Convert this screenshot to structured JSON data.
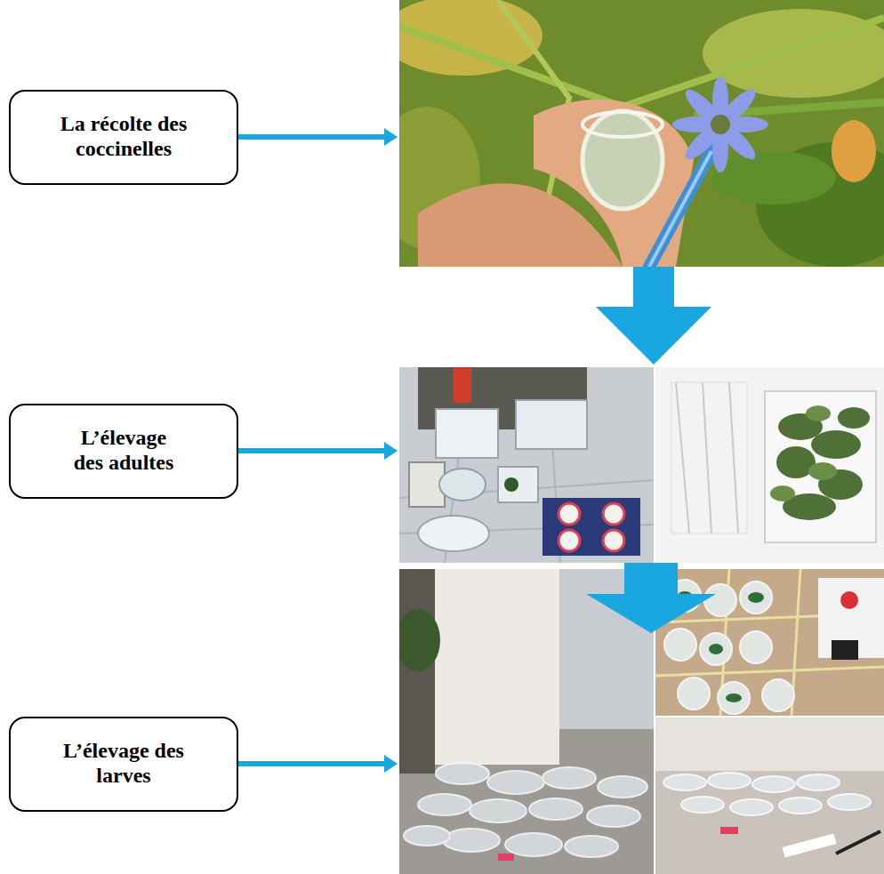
{
  "diagram": {
    "nodes": [
      {
        "text": [
          "La récolte des coccinelles"
        ]
      },
      {
        "text": [
          "L’élevage des adultes"
        ]
      },
      {
        "text": [
          "L’élevage des larves"
        ]
      }
    ]
  }
}
